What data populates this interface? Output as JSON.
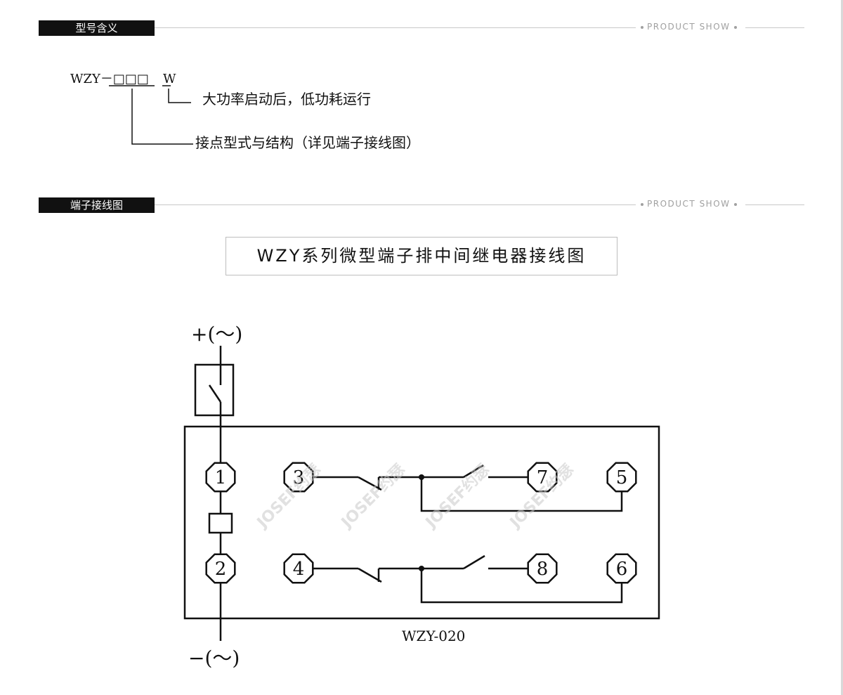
{
  "sections": {
    "model": {
      "tag": "型号含义",
      "right_text": "PRODUCT SHOW"
    },
    "wiring": {
      "tag": "端子接线图",
      "right_text": "PRODUCT SHOW"
    }
  },
  "model": {
    "code": "WZY－□□□",
    "suffix": "W",
    "suffix_desc": "大功率启动后，低功耗运行",
    "code_desc": "接点型式与结构（详见端子接线图）"
  },
  "diagram": {
    "title": "WZY系列微型端子排中间继电器接线图",
    "supply_pos": "+(～)",
    "supply_neg": "−(～)",
    "model_label": "WZY-020",
    "terminals": [
      "1",
      "2",
      "3",
      "4",
      "5",
      "6",
      "7",
      "8"
    ],
    "watermark": [
      "JOSEF约瑟",
      "JOSEF约瑟",
      "JOSEF约瑟",
      "JOSEF约瑟"
    ]
  },
  "colors": {
    "header_bg": "#111111",
    "line": "#111111",
    "muted": "#a0a0a0"
  }
}
